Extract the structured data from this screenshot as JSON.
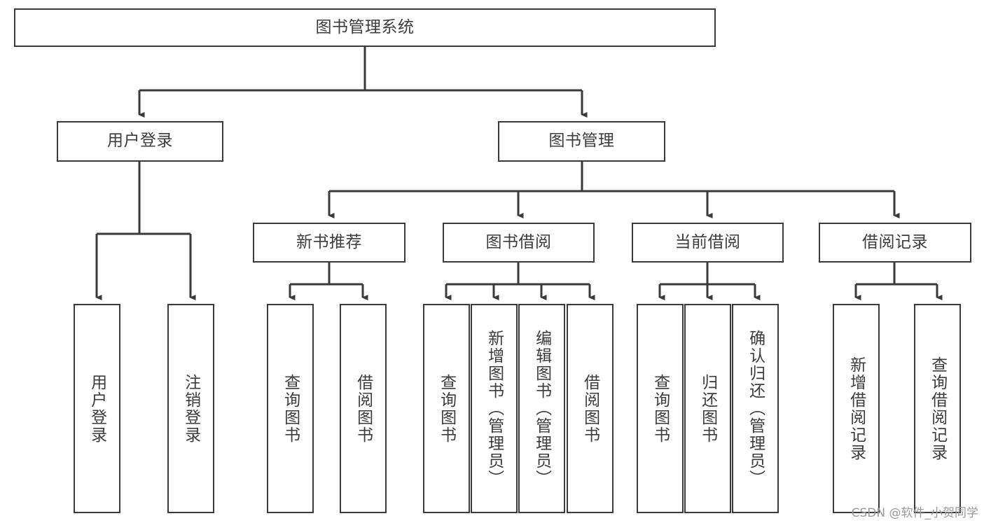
{
  "diagram": {
    "title": "图书管理系统",
    "type": "hierarchy-tree",
    "watermark": "CSDN @软件_小贺同学",
    "colors": {
      "box_border": "#3a3a3a",
      "box_fill": "#ffffff",
      "connector": "#3a3a3a",
      "text": "#3c3c3c",
      "watermark": "#9a9a9a",
      "background": "#ffffff"
    },
    "root": {
      "label": "图书管理系统"
    },
    "level2": [
      {
        "label": "用户登录"
      },
      {
        "label": "图书管理"
      }
    ],
    "level3": [
      {
        "label": "新书推荐"
      },
      {
        "label": "图书借阅"
      },
      {
        "label": "当前借阅"
      },
      {
        "label": "借阅记录"
      }
    ],
    "leaves": {
      "user_login": [
        {
          "label": "用户登录"
        },
        {
          "label": "注销登录"
        }
      ],
      "new_book_recommend": [
        {
          "label": "查询图书"
        },
        {
          "label": "借阅图书"
        }
      ],
      "book_borrow": [
        {
          "label": "查询图书"
        },
        {
          "label": "新增图书（管理员）"
        },
        {
          "label": "编辑图书（管理员）"
        },
        {
          "label": "借阅图书"
        }
      ],
      "current_borrow": [
        {
          "label": "查询图书"
        },
        {
          "label": "归还图书"
        },
        {
          "label": "确认归还（管理员）"
        }
      ],
      "borrow_record": [
        {
          "label": "新增借阅记录"
        },
        {
          "label": "查询借阅记录"
        }
      ]
    }
  }
}
